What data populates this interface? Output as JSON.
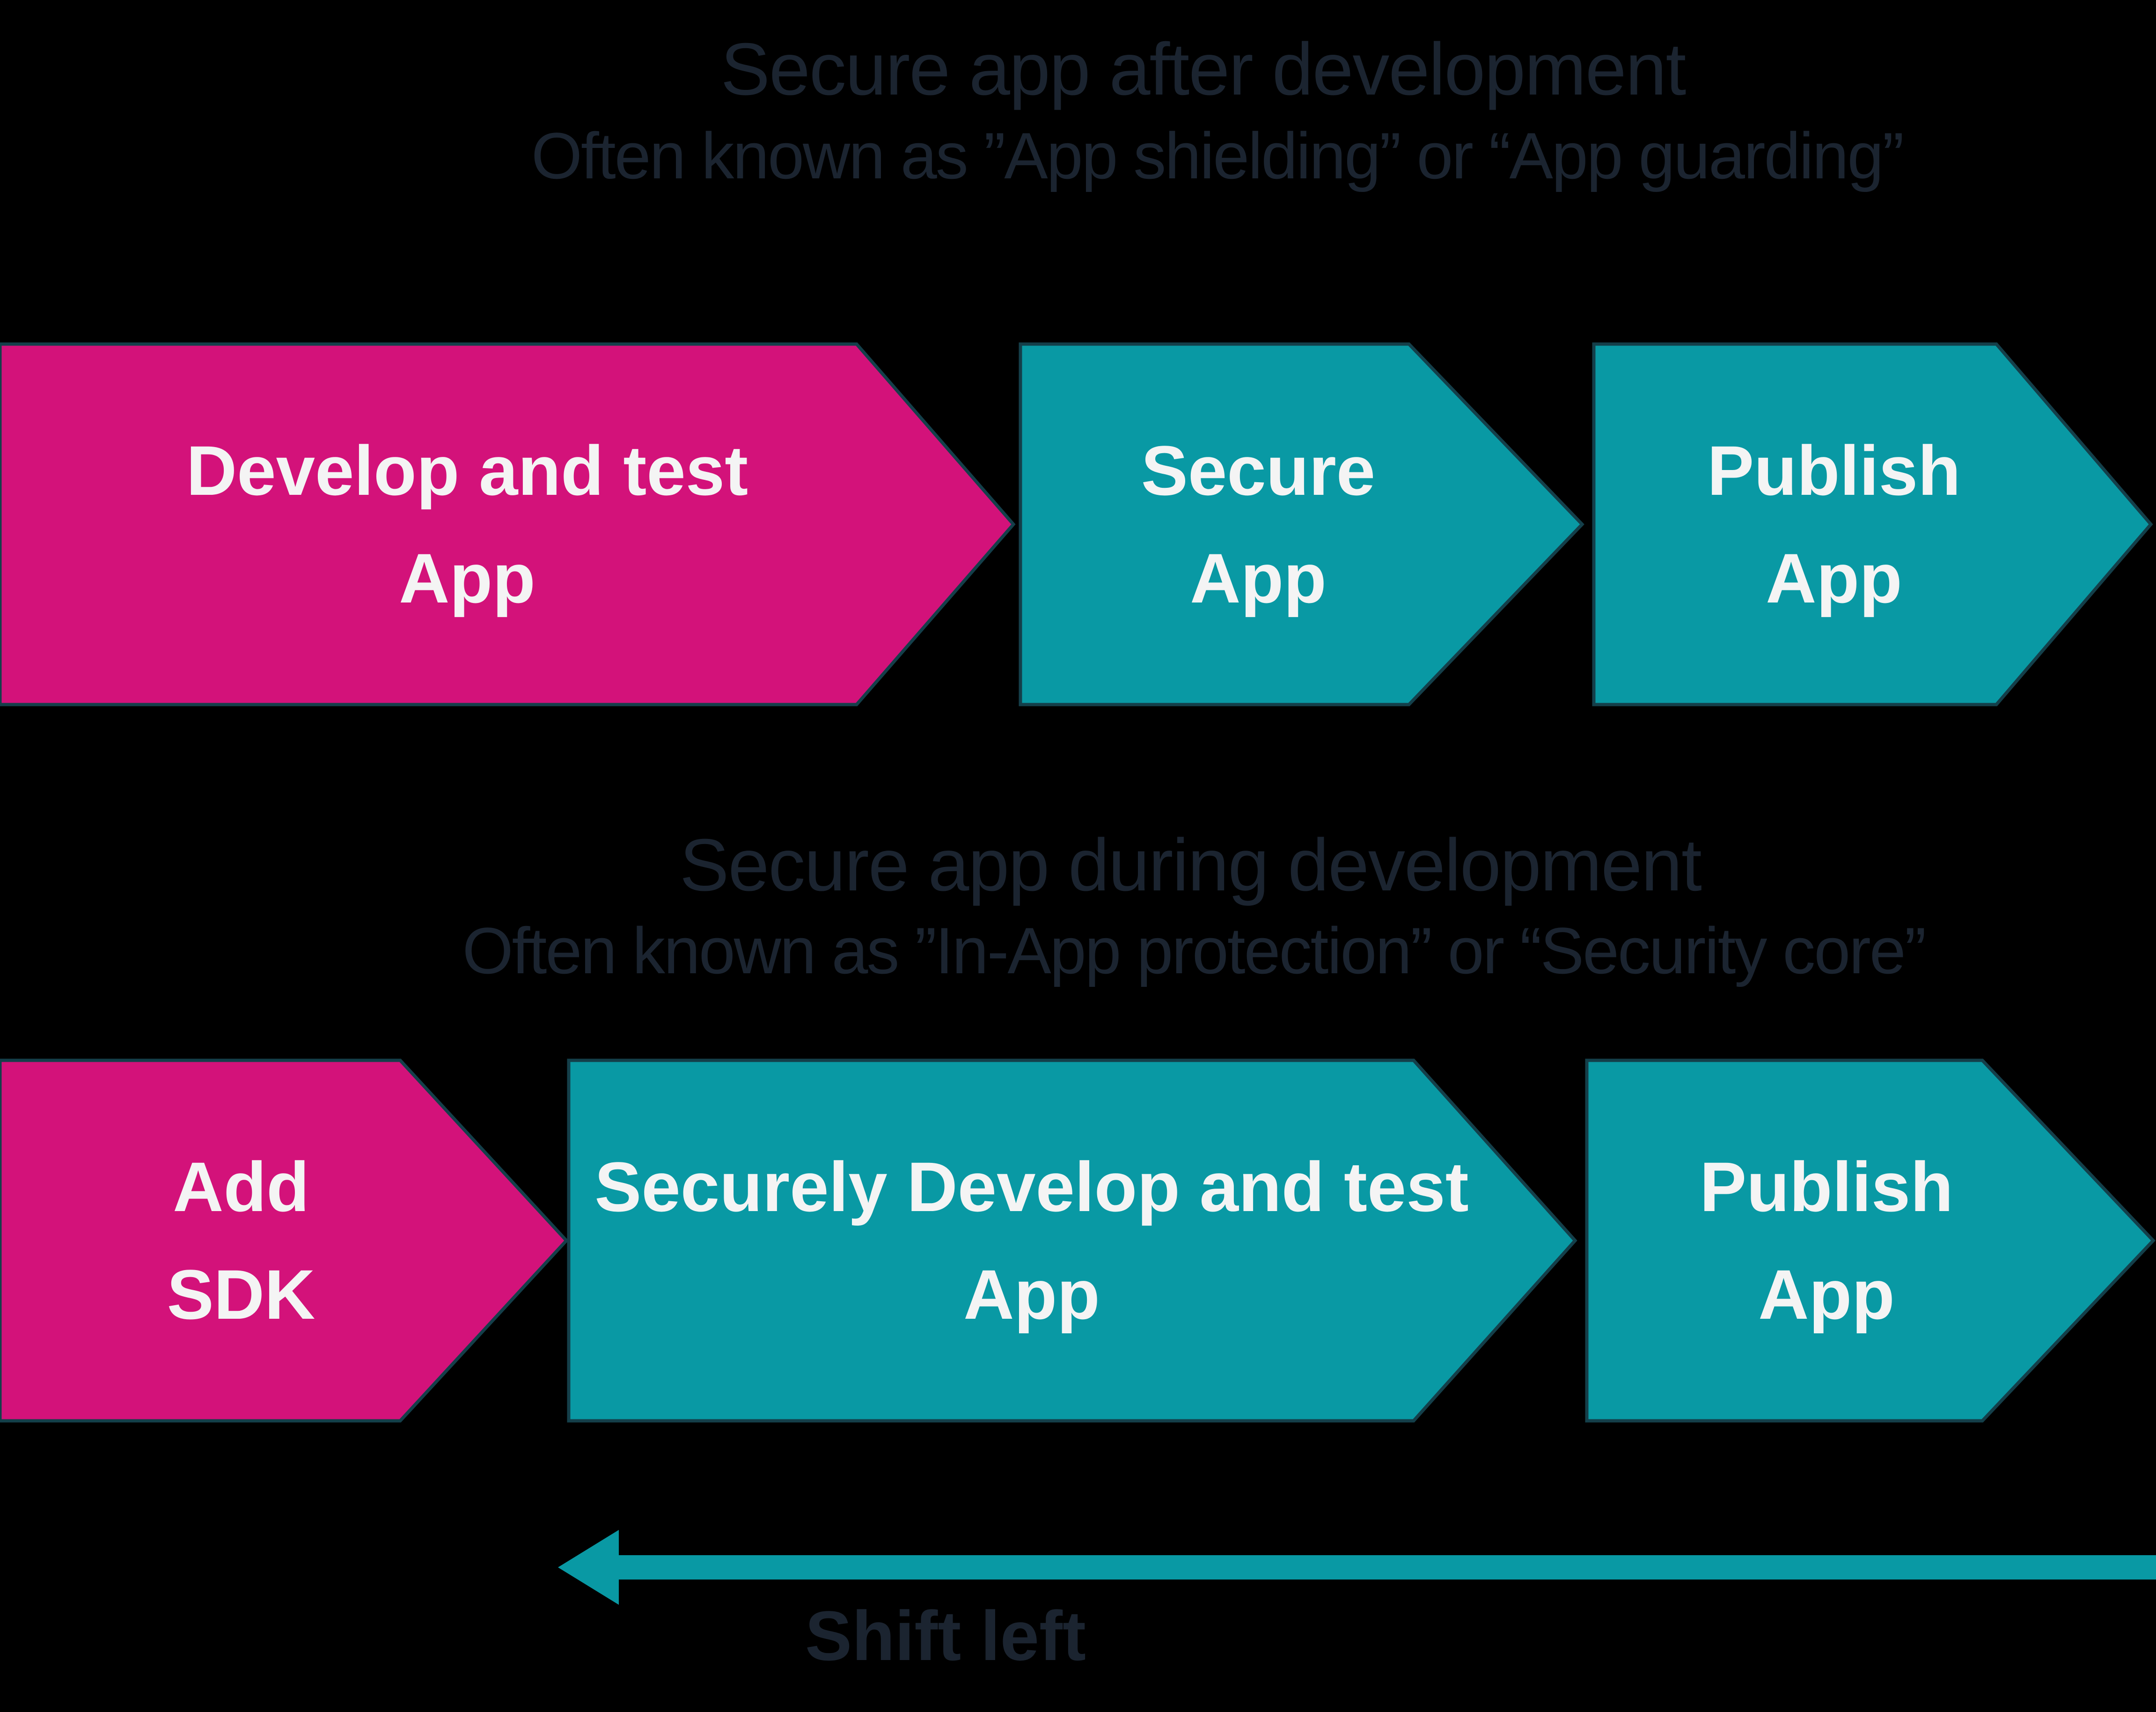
{
  "page": {
    "background": "#000000"
  },
  "colors": {
    "pink": "#d3127a",
    "teal": "#0999a4",
    "outline": "#143f4a",
    "heading_text": "#1b2430",
    "arrow_label_text": "#f4f4f4"
  },
  "sections": [
    {
      "title": "Secure app after development",
      "subtitle": "Often known as ”App shielding” or “App guarding”",
      "arrows": [
        {
          "id": "develop-and-test-app",
          "color": "pink",
          "line1": "Develop and test",
          "line2": "App"
        },
        {
          "id": "secure-app",
          "color": "teal",
          "line1": "Secure",
          "line2": "App"
        },
        {
          "id": "publish-app",
          "color": "teal",
          "line1": "Publish",
          "line2": "App"
        }
      ]
    },
    {
      "title": "Secure app during development",
      "subtitle": "Often known as ”In-App protection” or “Security core”",
      "arrows": [
        {
          "id": "add-sdk",
          "color": "pink",
          "line1": "Add",
          "line2": "SDK"
        },
        {
          "id": "securely-develop-and-test-app",
          "color": "teal",
          "line1": "Securely Develop and test",
          "line2": "App"
        },
        {
          "id": "publish-app",
          "color": "teal",
          "line1": "Publish",
          "line2": "App"
        }
      ]
    }
  ],
  "shift_arrow": {
    "label": "Shift left",
    "direction": "left",
    "color": "#0999a4"
  }
}
